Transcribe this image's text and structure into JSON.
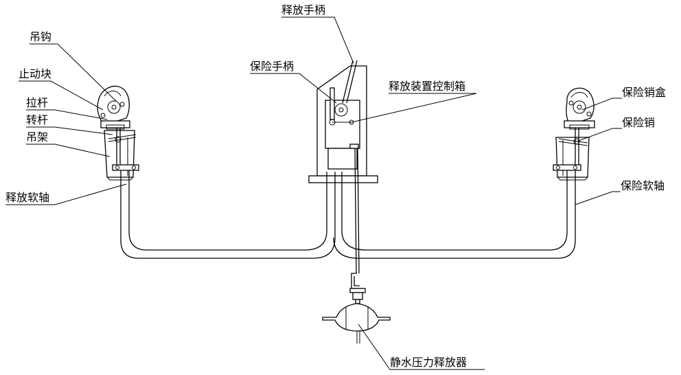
{
  "labels": {
    "release_handle": "释放手柄",
    "safety_handle": "保险手柄",
    "release_control_box": "释放装置控制箱",
    "hook": "吊钩",
    "stop_block": "止动块",
    "pull_rod": "拉杆",
    "swivel_rod": "转杆",
    "hanger": "吊架",
    "release_flexible_shaft": "释放软轴",
    "safety_pin_box": "保险销盒",
    "safety_pin": "保险销",
    "safety_flexible_shaft": "保险软轴",
    "hydrostatic_release": "静水压力释放器"
  }
}
